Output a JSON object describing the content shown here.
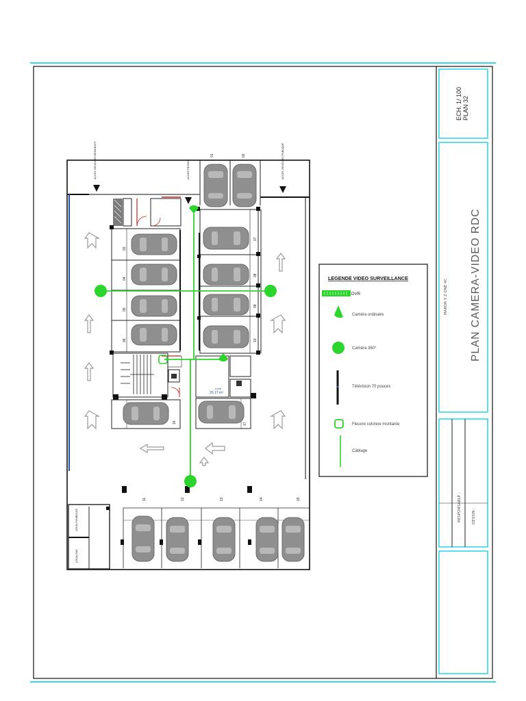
{
  "title_block": {
    "scale_line1": "ECH. 1/ 100",
    "scale_line2": "PLAN 32",
    "main_title": "PLAN CAMERA-VIDEO RDC",
    "client": "MAKOR Y Z ONE 4C",
    "responsable_label": "RESPONSABLE :",
    "dessin_label": "DESSIN :"
  },
  "legend": {
    "title": "LEGENDE VIDEO SURVEILLANCE",
    "items": [
      {
        "icon": "dvr-icon",
        "label": "DVR"
      },
      {
        "icon": "camera-ordinary-icon",
        "label": "Caméra ordinaire"
      },
      {
        "icon": "camera-360-icon",
        "label": "Caméra 360°"
      },
      {
        "icon": "tv-icon",
        "label": "Télévision 70 pouces"
      },
      {
        "icon": "riser-column-icon",
        "label": "Fleuvre colonne montante"
      },
      {
        "icon": "cable-icon",
        "label": "Câblage"
      }
    ],
    "colors": {
      "accent": "#2bd52b",
      "frame": "#35d7e8"
    }
  },
  "plan": {
    "access_left": "ACCES VEHICULES RESIDENTS",
    "access_pedestrian": "ACCES PIETONS",
    "access_right": "ACCES VEHICULES PUBLIQUE",
    "room_area": "20,17 m²",
    "local_label": "Local",
    "parking_numbers_top": [
      "01",
      "02"
    ],
    "parking_numbers_left": [
      "03",
      "04",
      "05",
      "06"
    ],
    "parking_numbers_right": [
      "07",
      "08",
      "09",
      "10"
    ],
    "parking_numbers_mid": [
      "16",
      "17"
    ],
    "parking_numbers_bottom": [
      "11",
      "12",
      "13",
      "14",
      "15"
    ],
    "bottom_rooms": [
      "LOCAL POUBELLES",
      "LOCAL EAU"
    ]
  }
}
